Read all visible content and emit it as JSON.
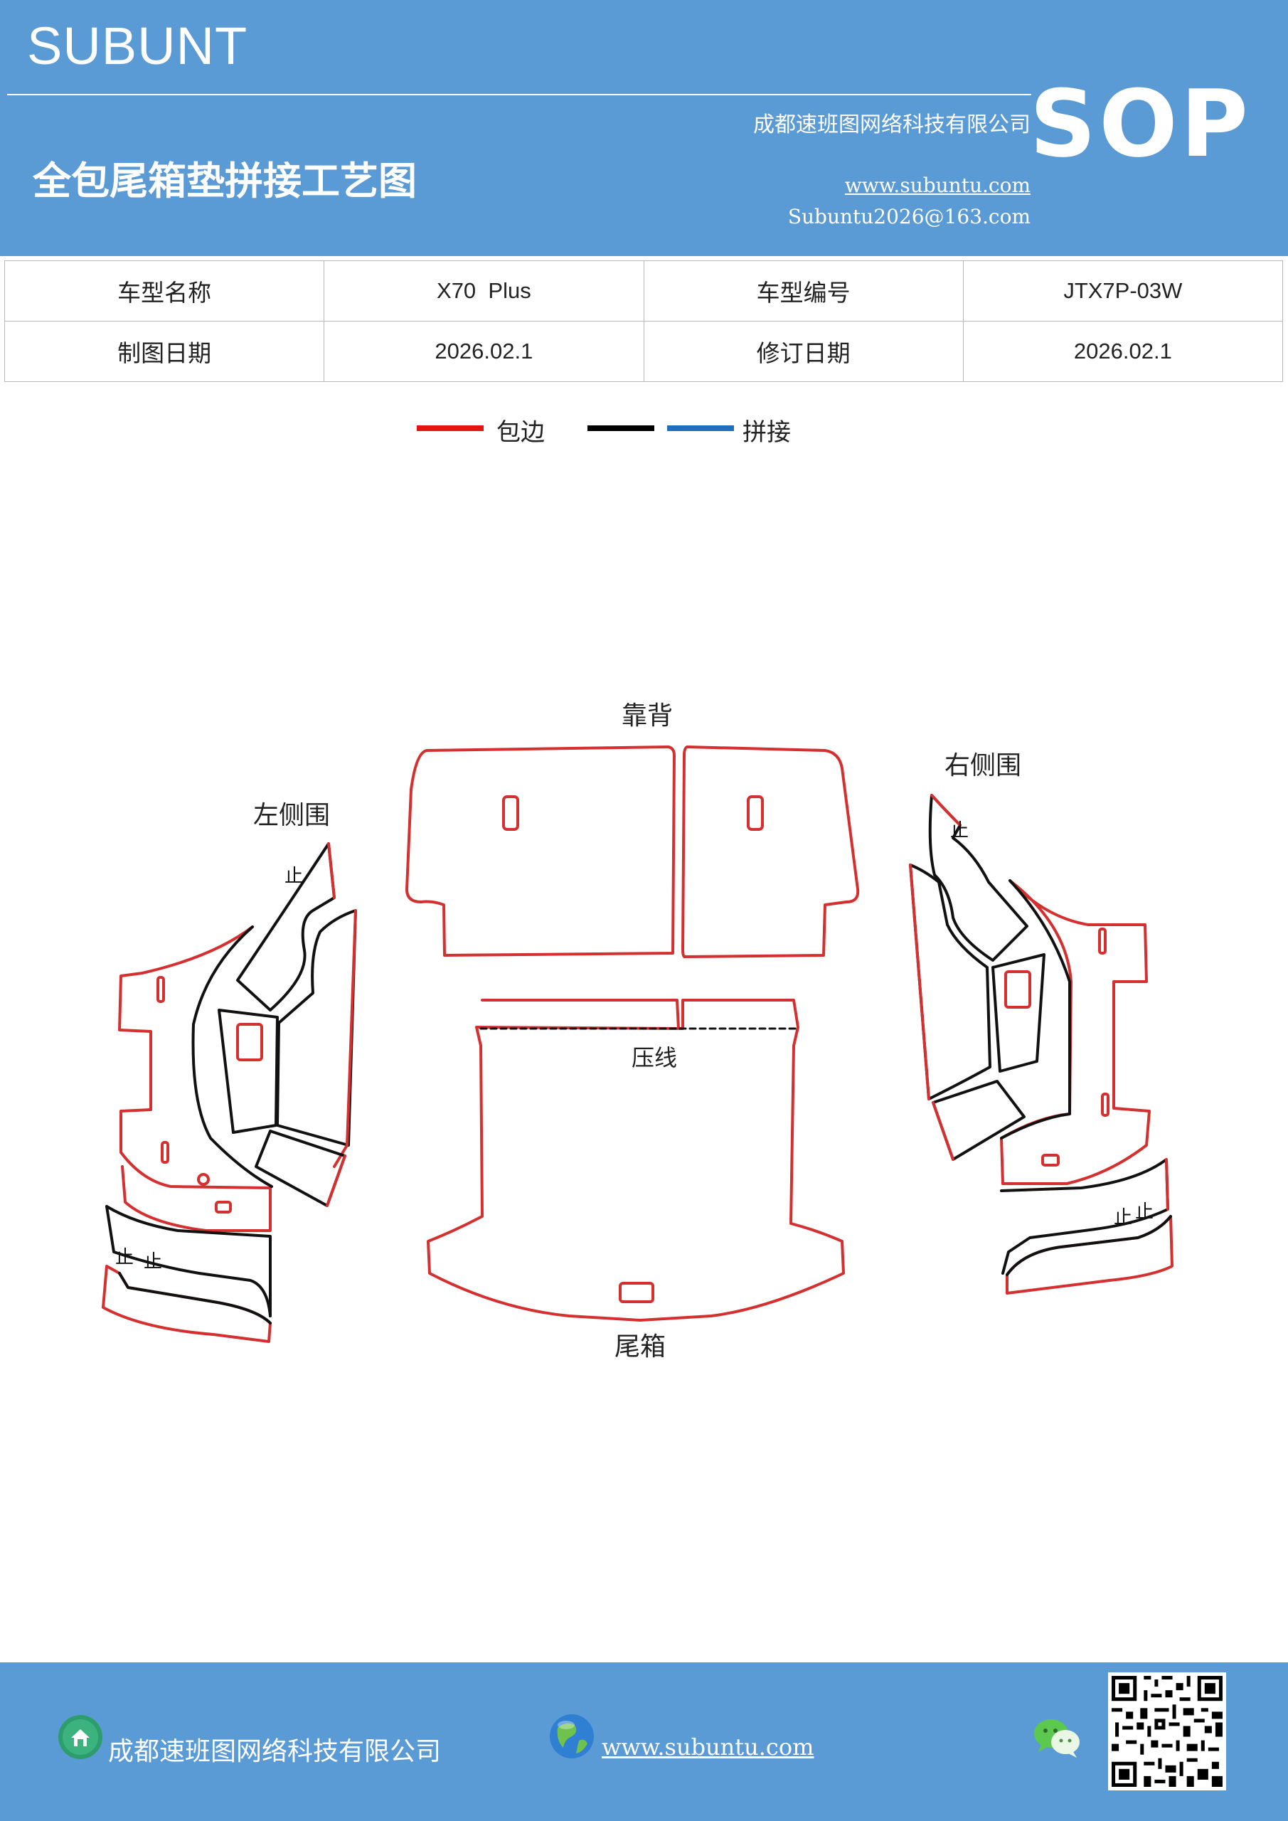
{
  "header": {
    "brand": "SUBUNT",
    "company": "成都速班图网络科技有限公司",
    "sop": "SOP",
    "title": "全包尾箱垫拼接工艺图",
    "url": "www.subuntu.com",
    "email": "Subuntu2026@163.com"
  },
  "info": {
    "model_name_label": "车型名称",
    "model_name_value": "X70  Plus",
    "model_code_label": "车型编号",
    "model_code_value": "JTX7P-03W",
    "draw_date_label": "制图日期",
    "draw_date_value": "2026.02.1",
    "revise_date_label": "修订日期",
    "revise_date_value": "2026.02.1"
  },
  "legend": {
    "edge_label": "包边",
    "splice_label": "拼接",
    "edge_color": "#e31414",
    "splice_color_1": "#000000",
    "splice_color_2": "#1f6fc1"
  },
  "diagram": {
    "backrest_label": "靠背",
    "left_side_label": "左侧围",
    "right_side_label": "右侧围",
    "press_line_label": "压线",
    "trunk_label": "尾箱",
    "stop_mark": "止",
    "edge_color": "#d43030",
    "seam_color": "#111111"
  },
  "footer": {
    "company": "成都速班图网络科技有限公司",
    "url": "www.subuntu.com"
  },
  "colors": {
    "banner": "#5b9bd5"
  }
}
